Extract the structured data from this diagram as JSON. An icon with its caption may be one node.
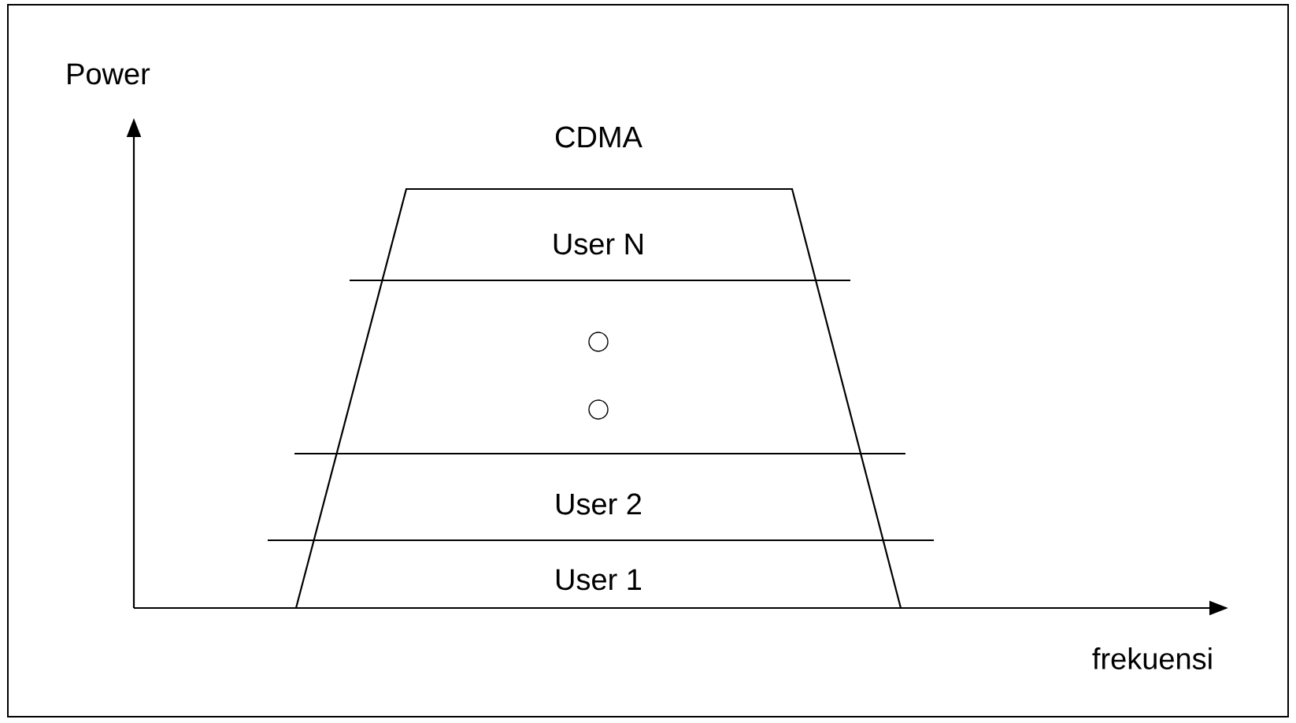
{
  "diagram": {
    "labels": [
      "Power",
      "CDMA",
      "User N",
      "User 2",
      "User 1",
      "frekuensi"
    ]
  }
}
